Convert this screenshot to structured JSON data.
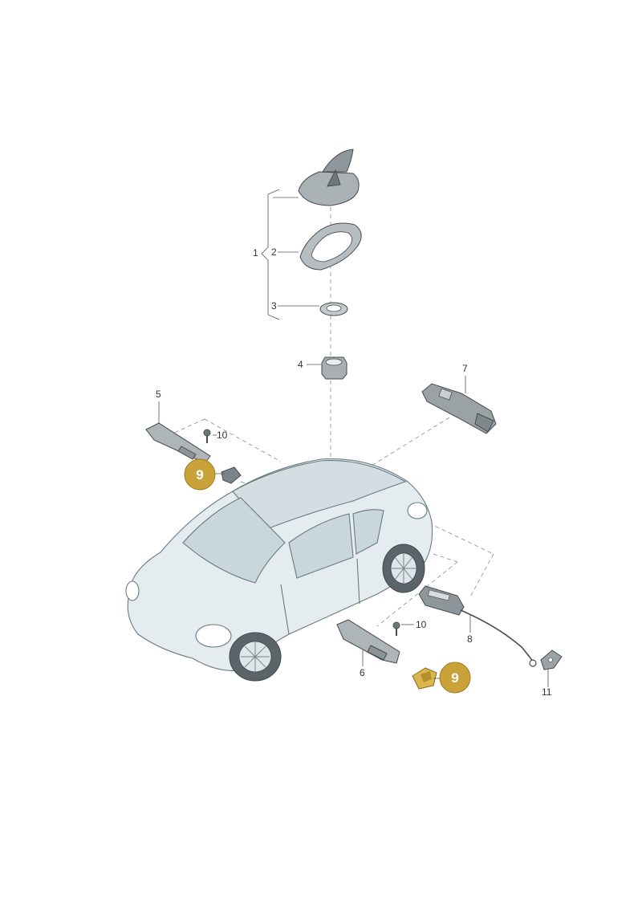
{
  "callouts": {
    "c1": "1",
    "c2": "2",
    "c3": "3",
    "c4": "4",
    "c5": "5",
    "c6": "6",
    "c7": "7",
    "c8": "8",
    "c10a": "10",
    "c10b": "10",
    "c11": "11"
  },
  "highlights": {
    "badge_a": "9",
    "badge_b": "9"
  },
  "colors": {
    "highlight": "#c9a23a",
    "part_fill": "#bfc5c8",
    "car_body": "#e4ecef",
    "glass": "#c9d6db"
  }
}
